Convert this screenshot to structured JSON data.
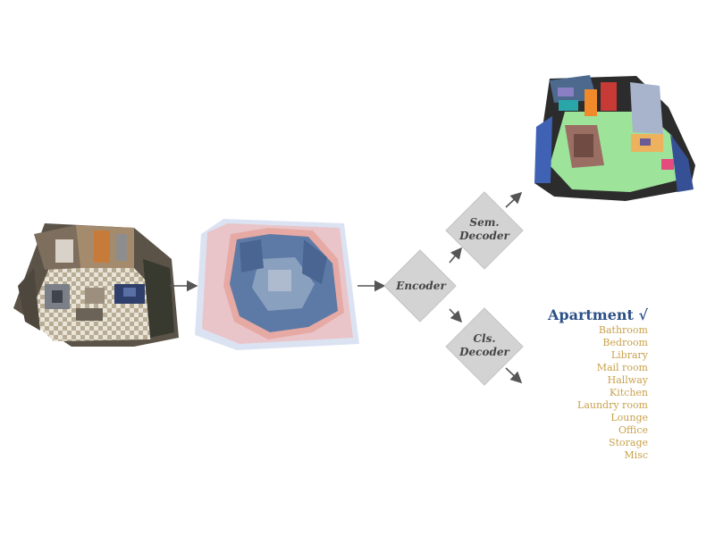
{
  "diagram": {
    "nodes": {
      "encoder": "Encoder",
      "sem_decoder": [
        "Sem.",
        "Decoder"
      ],
      "cls_decoder": [
        "Cls.",
        "Decoder"
      ]
    },
    "images": {
      "input_scan": "input-3d-scan",
      "voxel_volume": "voxelized-volume",
      "segmented_scan": "semantic-segmentation-output"
    },
    "classification": {
      "predicted_label": "Apartment",
      "check_mark": "√",
      "classes": [
        "Bathroom",
        "Bedroom",
        "Library",
        "Mail room",
        "Hallway",
        "Kitchen",
        "Laundry room",
        "Lounge",
        "Office",
        "Storage",
        "Misc"
      ]
    },
    "colors": {
      "diamond_fill": "#d3d3d3",
      "arrow": "#555555",
      "predicted_label": "#2a4f86",
      "class_items": "#c9a24d"
    }
  }
}
